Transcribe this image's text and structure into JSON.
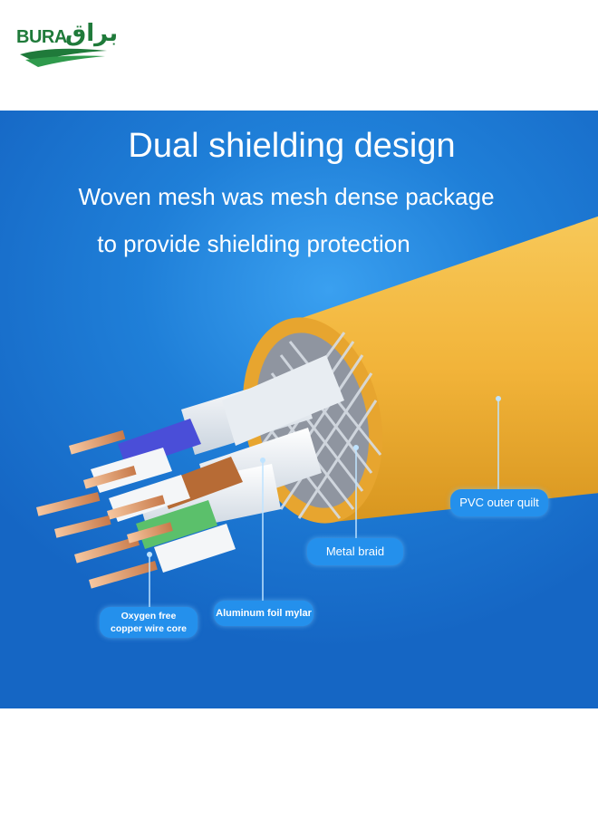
{
  "logo": {
    "latin": "BURA",
    "arabic": "براق"
  },
  "heading": {
    "title": "Dual shielding design",
    "line1": "Woven mesh was mesh dense package",
    "line2": "to provide shielding protection"
  },
  "labels": {
    "pvc": "PVC outer quilt",
    "metal": "Metal braid",
    "aluminum": "Aluminum foil mylar",
    "oxygen_line1": "Oxygen free",
    "oxygen_line2": "copper wire core"
  },
  "colors": {
    "background_blue": "#1f7fd8",
    "jacket_yellow": "#f2b43a",
    "label_blue": "#2490ec",
    "logo_green": "#1f7a3a"
  },
  "icons": [
    "leaf-swoosh-icon"
  ]
}
